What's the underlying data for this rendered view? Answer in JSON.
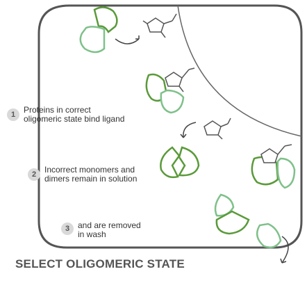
{
  "steps": [
    {
      "number": "1",
      "line1": "Proteins in correct",
      "line2": "oligomeric state bind ligand"
    },
    {
      "number": "2",
      "line1": "Incorrect monomers and",
      "line2": "dimers remain in solution"
    },
    {
      "number": "3",
      "line1": "and are removed",
      "line2": "in wash"
    }
  ],
  "title": "SELECT OLIGOMERIC STATE",
  "colors": {
    "dark_green": "#5a9a3a",
    "light_green": "#7fc08a",
    "frame": "#555555",
    "ligand": "#555555",
    "step_badge": "#d9d9d9"
  },
  "icons": [
    "protein-dimer-icon",
    "protein-monomer-icon",
    "ligand-icon",
    "arrow-icon"
  ]
}
